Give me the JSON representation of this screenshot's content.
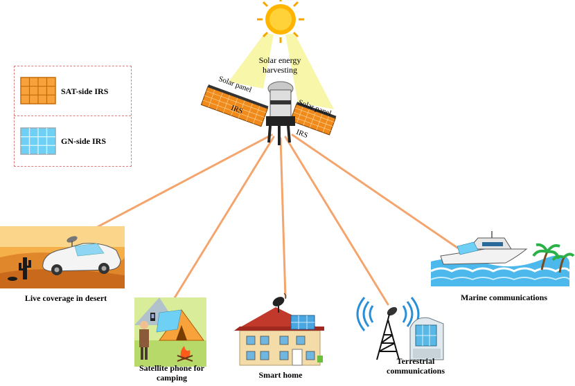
{
  "legend": {
    "sat_side_label": "SAT-side IRS",
    "gn_side_label": "GN-side IRS",
    "sat_color": "#f7a23b",
    "gn_color": "#5cc8f2"
  },
  "satellite": {
    "energy_label_line1": "Solar energy",
    "energy_label_line2": "harvesting",
    "solar_panel_left": "Solar panel",
    "solar_panel_right": "Solar panel",
    "irs_left": "IRS",
    "irs_right": "IRS"
  },
  "scenarios": {
    "desert": "Live coverage in desert",
    "camping_line1": "Satellite phone for",
    "camping_line2": "camping",
    "home": "Smart home",
    "terrestrial_line1": "Terrestrial",
    "terrestrial_line2": "communications",
    "marine": "Marine communications"
  },
  "colors": {
    "link": "#f2a36b",
    "beam": "#f4f28a",
    "sun": "#ffc21a"
  }
}
